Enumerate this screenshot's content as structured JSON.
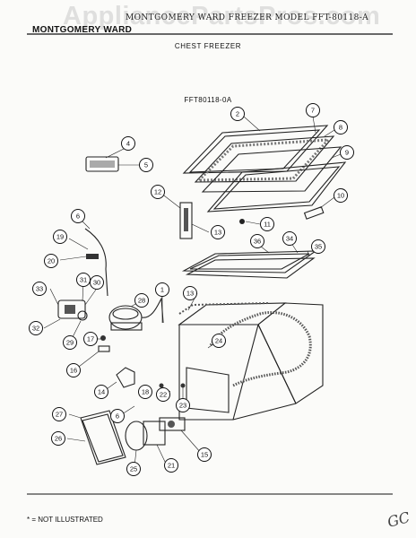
{
  "watermark": "AppliancePartsPros.com",
  "header": {
    "model_line": "MONTGOMERY WARD FREEZER MODEL FFT-80118-A",
    "brand": "MONTGOMERY WARD"
  },
  "title": "CHEST FREEZER",
  "subtitle": "FFT80118-0A",
  "footer_note": "* = NOT ILLUSTRATED",
  "handwritten_mark": "GC",
  "callouts": [
    {
      "id": "c1",
      "label": "1"
    },
    {
      "id": "c2",
      "label": "2"
    },
    {
      "id": "c4",
      "label": "4"
    },
    {
      "id": "c5",
      "label": "5"
    },
    {
      "id": "c6a",
      "label": "6"
    },
    {
      "id": "c6b",
      "label": "6"
    },
    {
      "id": "c7",
      "label": "7"
    },
    {
      "id": "c8",
      "label": "8"
    },
    {
      "id": "c9",
      "label": "9"
    },
    {
      "id": "c10",
      "label": "10"
    },
    {
      "id": "c11",
      "label": "11"
    },
    {
      "id": "c12",
      "label": "12"
    },
    {
      "id": "c13a",
      "label": "13"
    },
    {
      "id": "c13b",
      "label": "13"
    },
    {
      "id": "c14",
      "label": "14"
    },
    {
      "id": "c15",
      "label": "15"
    },
    {
      "id": "c16",
      "label": "16"
    },
    {
      "id": "c17",
      "label": "17"
    },
    {
      "id": "c18",
      "label": "18"
    },
    {
      "id": "c19",
      "label": "19"
    },
    {
      "id": "c20",
      "label": "20"
    },
    {
      "id": "c21",
      "label": "21"
    },
    {
      "id": "c22",
      "label": "22"
    },
    {
      "id": "c23",
      "label": "23"
    },
    {
      "id": "c24",
      "label": "24"
    },
    {
      "id": "c25",
      "label": "25"
    },
    {
      "id": "c26",
      "label": "26"
    },
    {
      "id": "c27",
      "label": "27"
    },
    {
      "id": "c28",
      "label": "28"
    },
    {
      "id": "c29",
      "label": "29"
    },
    {
      "id": "c30",
      "label": "30"
    },
    {
      "id": "c31",
      "label": "31"
    },
    {
      "id": "c32",
      "label": "32"
    },
    {
      "id": "c33",
      "label": "33"
    },
    {
      "id": "c34",
      "label": "34"
    },
    {
      "id": "c35",
      "label": "35"
    },
    {
      "id": "c36",
      "label": "36"
    }
  ]
}
